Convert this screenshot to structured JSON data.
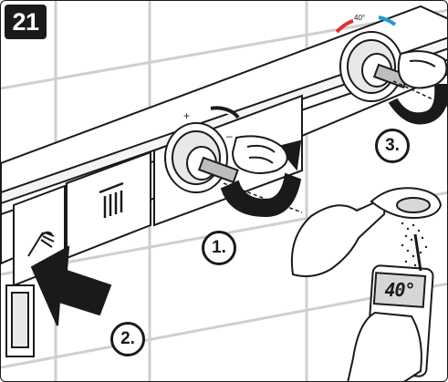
{
  "step": {
    "number": "21"
  },
  "callouts": {
    "one": "1.",
    "two": "2.",
    "three": "3."
  },
  "thermometer": {
    "reading": "40°"
  },
  "mixer": {
    "temp_mark": "40°"
  },
  "colors": {
    "outline": "#1a1a1a",
    "wall_grid": "#cfcfcf",
    "hot": "#e0312b",
    "cold": "#1f9ad6"
  },
  "icons": [
    "hand-shower-icon",
    "shower-head-icon",
    "thermometer-icon",
    "rotate-arrow-icon",
    "push-arrow-icon"
  ]
}
